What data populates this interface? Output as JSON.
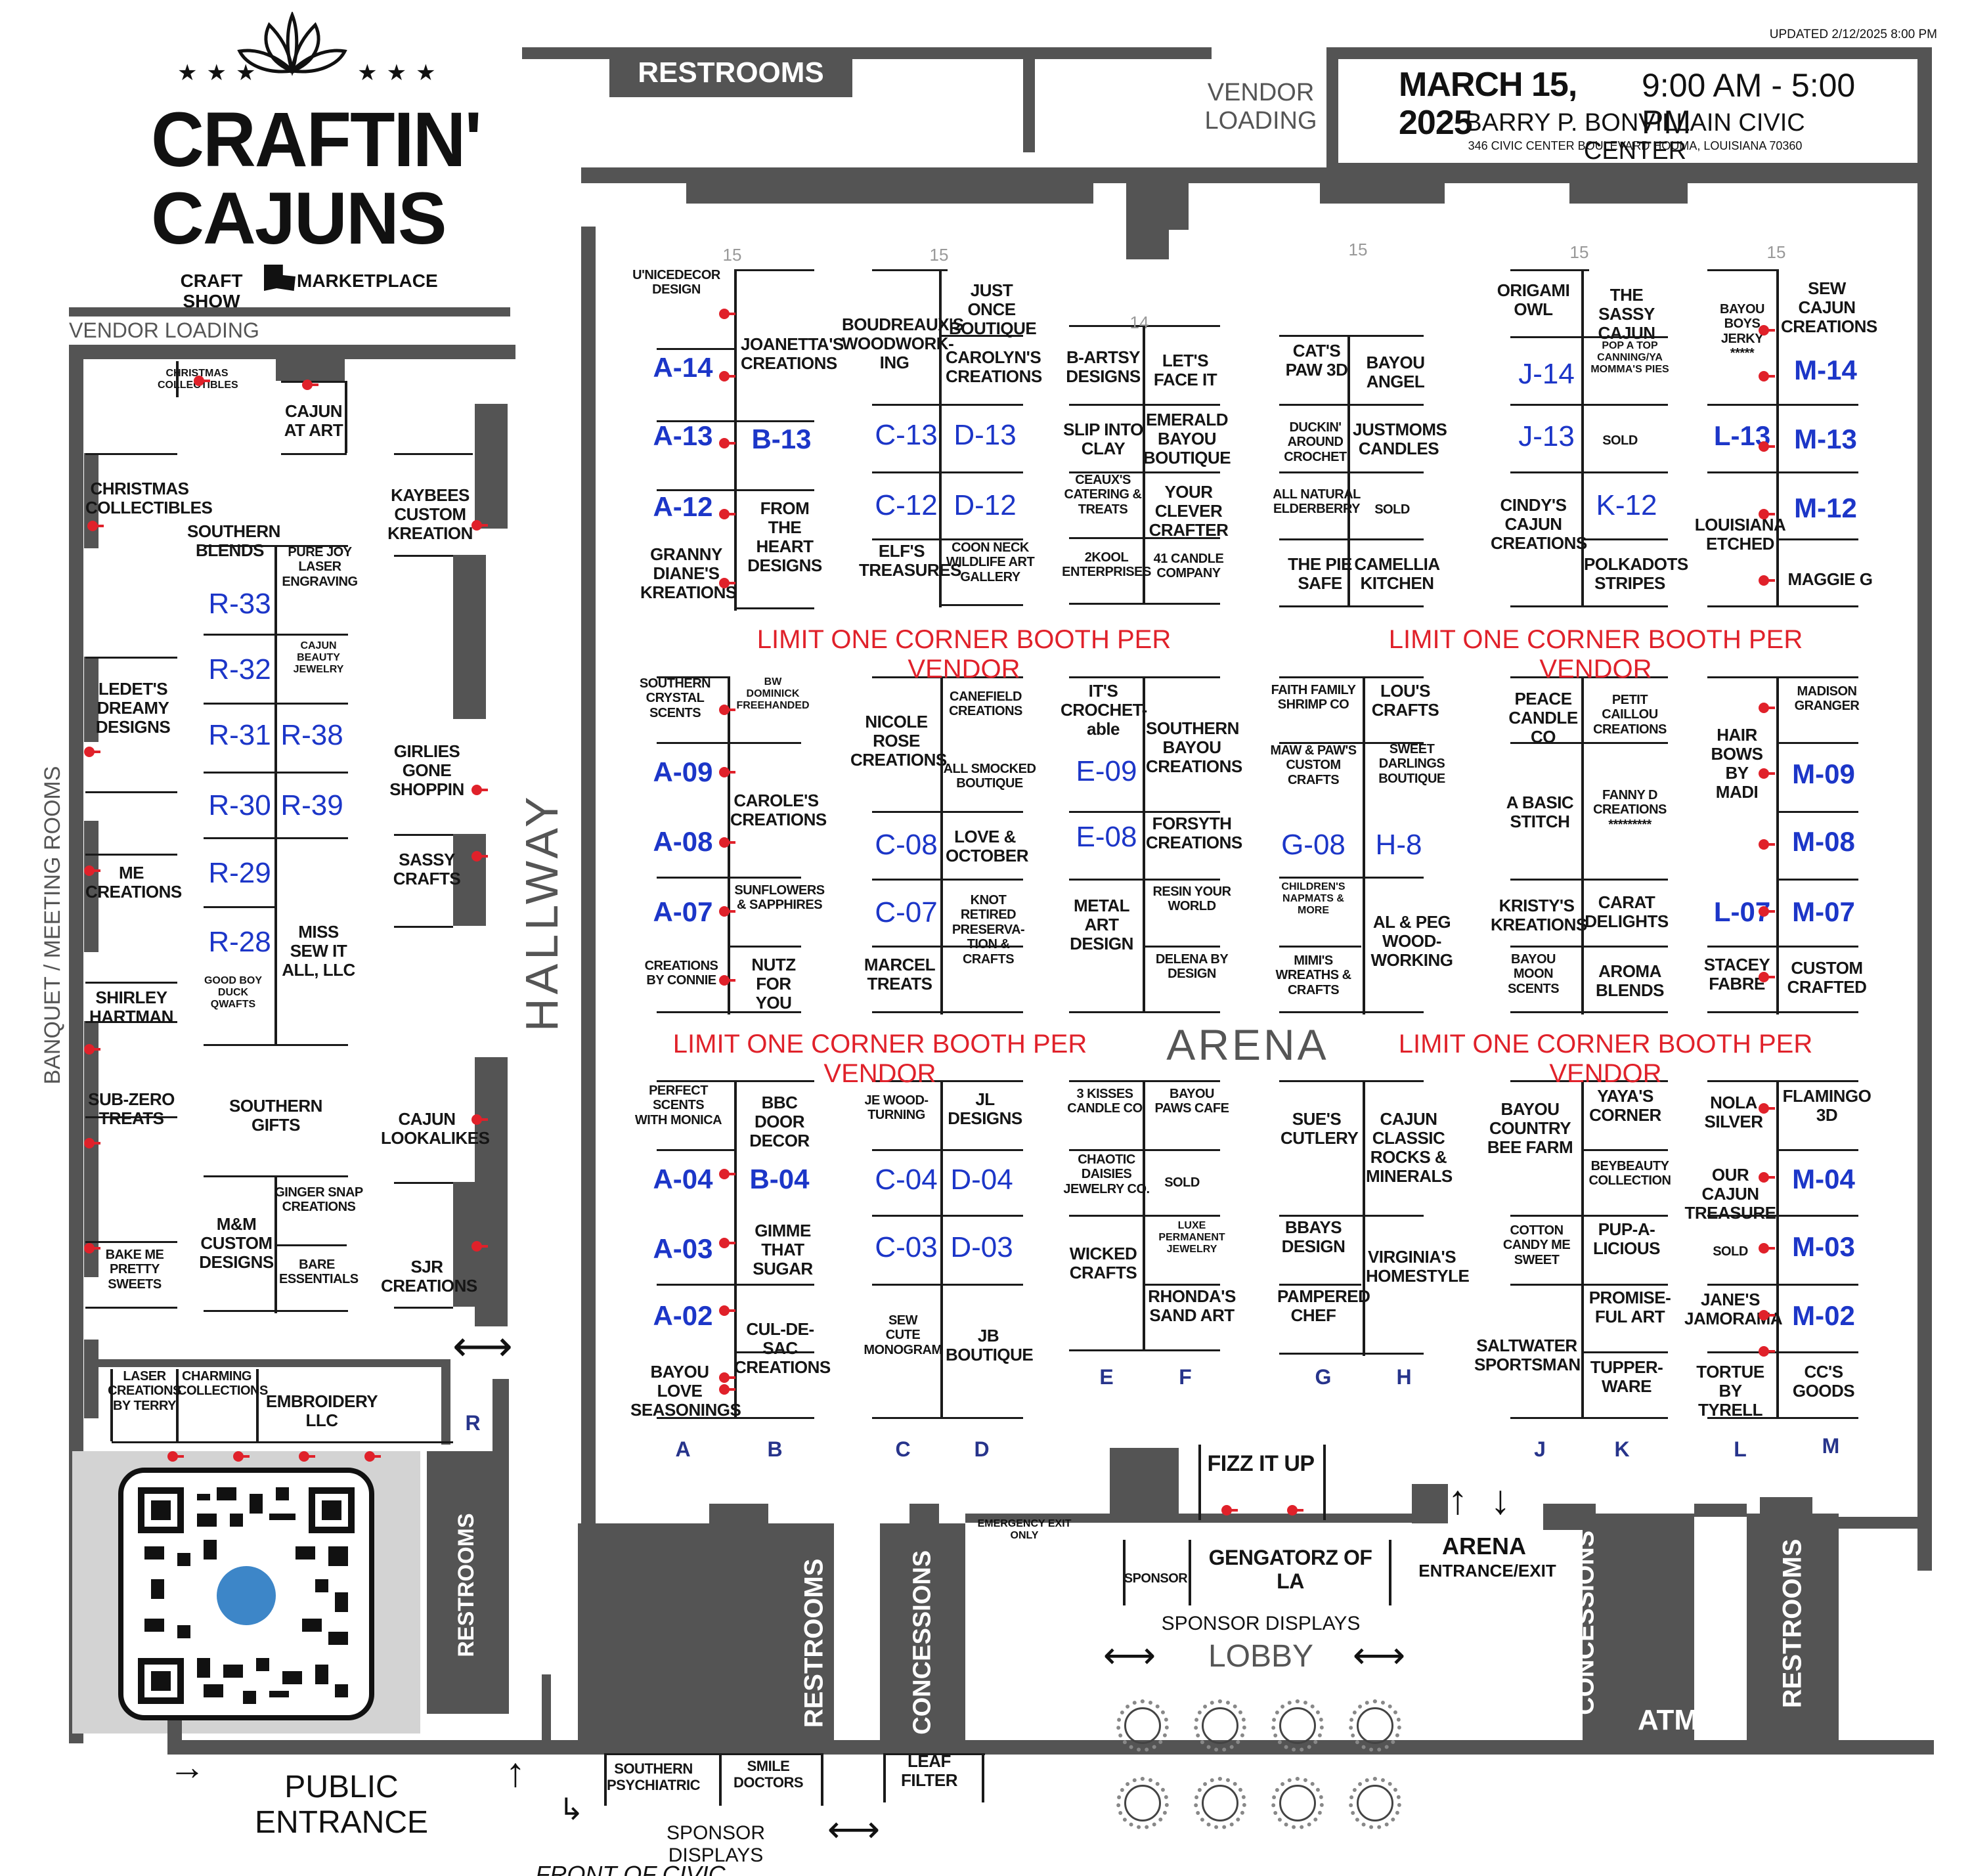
{
  "title": {
    "brand1": "CRAFTIN'",
    "brand2": "CAJUNS",
    "tagline": "CRAFT SHOW",
    "tagline2": "MARKETPLACE"
  },
  "updated": "UPDATED 2/12/2025  8:00 PM",
  "event": {
    "date": "MARCH 15, 2025",
    "time": "9:00 AM - 5:00 PM",
    "venue": "BARRY P. BONVILLAIN CIVIC CENTER",
    "address": "346 CIVIC CENTER BOULEVARD   HOUMA, LOUISIANA  70360"
  },
  "areas": {
    "restrooms_top": "RESTROOMS",
    "vendor_loading_top": "VENDOR\nLOADING",
    "vendor_loading_left": "VENDOR LOADING",
    "banquet": "BANQUET / MEETING ROOMS",
    "hallway": "HALLWAY",
    "arena": "ARENA",
    "restrooms_left": "RESTROOMS",
    "restrooms_mid": "RESTROOMS",
    "concessions_mid": "CONCESSIONS",
    "concessions_right": "CONCESSIONS",
    "atm": "ATM",
    "restrooms_right": "RESTROOMS",
    "emergency_exit": "EMERGENCY EXIT ONLY",
    "public_entrance": "PUBLIC\nENTRANCE",
    "front": "FRONT OF CIVIC CENTER",
    "sponsor_displays_bottom": "SPONSOR DISPLAYS",
    "sponsor_displays_lobby": "SPONSOR DISPLAYS",
    "lobby": "LOBBY",
    "arena_entrance": "ARENA",
    "arena_entrance2": "ENTRANCE/EXIT",
    "fizz": "FIZZ IT UP",
    "gengatorz": "GENGATORZ OF LA",
    "sponsor": "SPONSOR",
    "southern_psych": "SOUTHERN\nPSYCHIATRIC",
    "smile_doctors": "SMILE\nDOCTORS",
    "leaf_filter": "LEAF\nFILTER",
    "r_label": "R"
  },
  "limit_notice": "LIMIT ONE CORNER BOOTH PER VENDOR",
  "row_counts": [
    "15",
    "15",
    "14",
    "15",
    "15",
    "15"
  ],
  "columns": [
    "A",
    "B",
    "C",
    "D",
    "E",
    "F",
    "G",
    "H",
    "J",
    "K",
    "L",
    "M"
  ],
  "labels": [
    "U'NICEDECOR\nDESIGN",
    "A-14",
    "JOANETTA'S\nCREATIONS",
    "A-13",
    "B-13",
    "A-12",
    "FROM THE\nHEART\nDESIGNS",
    "GRANNY\nDIANE'S\nKREATIONS",
    "BOUDREAUX'S\nWOODWORK-\nING",
    "JUST ONCE\nBOUTIQUE",
    "CAROLYN'S\nCREATIONS",
    "C-13",
    "D-13",
    "C-12",
    "D-12",
    "ELF'S\nTREASURES",
    "COON NECK\nWILDLIFE ART\nGALLERY",
    "B-ARTSY\nDESIGNS",
    "LET'S\nFACE IT",
    "SLIP INTO\nCLAY",
    "EMERALD\nBAYOU\nBOUTIQUE",
    "CEAUX'S\nCATERING &\nTREATS",
    "YOUR CLEVER\nCRAFTER",
    "2KOOL\nENTERPRISES",
    "41 CANDLE\nCOMPANY",
    "CAT'S\nPAW 3D",
    "BAYOU\nANGEL",
    "DUCKIN'\nAROUND\nCROCHET",
    "JUSTMOMS\nCANDLES",
    "ALL NATURAL\nELDERBERRY",
    "SOLD",
    "THE PIE\nSAFE",
    "CAMELLIA\nKITCHEN",
    "ORIGAMI\nOWL",
    "THE SASSY\nCAJUN",
    "J-14",
    "POP A TOP\nCANNING/YA\nMOMMA'S PIES",
    "J-13",
    "SOLD",
    "CINDY'S\nCAJUN\nCREATIONS",
    "K-12",
    "POLKADOTS\nSTRIPES",
    "BAYOU\nBOYS\nJERKY\n*****",
    "SEW CAJUN\nCREATIONS",
    "M-14",
    "L-13",
    "M-13",
    "LOUISIANA\nETCHED",
    "M-12",
    "MAGGIE G",
    "SOUTHERN\nCRYSTAL\nSCENTS",
    "BW\nDOMINICK\nFREEHANDED",
    "A-09",
    "CAROLE'S\nCREATIONS",
    "A-08",
    "SUNFLOWERS\n& SAPPHIRES",
    "A-07",
    "CREATIONS\nBY CONNIE",
    "NUTZ FOR\nYOU",
    "NICOLE\nROSE\nCREATIONS",
    "CANEFIELD\nCREATIONS",
    "ALL SMOCKED\nBOUTIQUE",
    "C-08",
    "LOVE &\nOCTOBER",
    "C-07",
    "KNOT\nRETIRED\nPRESERVA-\nTION &\nCRAFTS",
    "MARCEL\nTREATS",
    "IT'S\nCROCHET-\nable",
    "SOUTHERN\nBAYOU\nCREATIONS",
    "E-09",
    "FORSYTH\nCREATIONS",
    "E-08",
    "METAL\nART\nDESIGN",
    "RESIN YOUR\nWORLD",
    "DELENA BY\nDESIGN",
    "FAITH FAMILY\nSHRIMP CO",
    "LOU'S\nCRAFTS",
    "MAW & PAW'S\nCUSTOM\nCRAFTS",
    "SWEET\nDARLINGS\nBOUTIQUE",
    "G-08",
    "H-8",
    "CHILDREN'S\nNAPMATS &\nMORE",
    "AL & PEG\nWOOD-\nWORKING",
    "MIMI'S\nWREATHS &\nCRAFTS",
    "PEACE\nCANDLE CO",
    "PETIT CAILLOU\nCREATIONS",
    "A BASIC\nSTITCH",
    "FANNY D\nCREATIONS\n*********",
    "KRISTY'S\nKREATIONS",
    "CARAT\nDELIGHTS",
    "BAYOU\nMOON\nSCENTS",
    "AROMA\nBLENDS",
    "HAIR\nBOWS\nBY\nMADI",
    "MADISON\nGRANGER",
    "M-09",
    "M-08",
    "L-07",
    "M-07",
    "STACEY\nFABRE",
    "CUSTOM\nCRAFTED",
    "PERFECT\nSCENTS\nWITH MONICA",
    "BBC DOOR\nDECOR",
    "A-04",
    "B-04",
    "A-03",
    "GIMME\nTHAT SUGAR",
    "A-02",
    "CUL-DE-SAC\nCREATIONS",
    "BAYOU LOVE\nSEASONINGS",
    "JE WOOD-\nTURNING",
    "JL\nDESIGNS",
    "C-04",
    "D-04",
    "C-03",
    "D-03",
    "SEW\nCUTE\nMONOGRAM",
    "JB\nBOUTIQUE",
    "3 KISSES\nCANDLE CO",
    "BAYOU\nPAWS CAFE",
    "CHAOTIC\nDAISIES\nJEWELRY CO.",
    "SOLD",
    "WICKED\nCRAFTS",
    "LUXE\nPERMANENT\nJEWELRY",
    "RHONDA'S\nSAND ART",
    "SUE'S\nCUTLERY",
    "CAJUN\nCLASSIC\nROCKS &\nMINERALS",
    "BBAYS\nDESIGN",
    "VIRGINIA'S\nHOMESTYLE",
    "PAMPERED\nCHEF",
    "BAYOU\nCOUNTRY\nBEE FARM",
    "YAYA'S\nCORNER",
    "BEYBEAUTY\nCOLLECTION",
    "COTTON\nCANDY ME\nSWEET",
    "PUP-A-\nLICIOUS",
    "PROMISE-\nFUL ART",
    "SALTWATER\nSPORTSMAN",
    "TUPPER-\nWARE",
    "NOLA\nSILVER",
    "FLAMINGO\n3D",
    "OUR CAJUN\nTREASURE",
    "M-04",
    "SOLD",
    "M-03",
    "JANE'S\nJAMORAMA",
    "M-02",
    "TORTUE BY\nTYRELL",
    "CC'S\nGOODS",
    "CHRISTMAS\nCOLLECTIBLES",
    "CAJUN\nAT ART",
    "CHRISTMAS\nCOLLECTIBLES",
    "KAYBEES\nCUSTOM\nKREATION",
    "SOUTHERN\nBLENDS",
    "PURE JOY\nLASER\nENGRAVING",
    "R-33",
    "R-32",
    "CAJUN\nBEAUTY\nJEWELRY",
    "LEDET'S\nDREAMY\nDESIGNS",
    "R-31",
    "R-38",
    "GIRLIES\nGONE\nSHOPPIN",
    "R-30",
    "R-39",
    "ME\nCREATIONS",
    "R-29",
    "SASSY\nCRAFTS",
    "MISS\nSEW IT\nALL, LLC",
    "R-28",
    "GOOD BOY\nDUCK\nQWAFTS",
    "SHIRLEY\nHARTMAN",
    "SUB-ZERO\nTREATS",
    "SOUTHERN GIFTS",
    "CAJUN\nLOOKALIKES",
    "GINGER SNAP\nCREATIONS",
    "M&M\nCUSTOM\nDESIGNS",
    "BARE\nESSENTIALS",
    "SJR\nCREATIONS",
    "BAKE ME\nPRETTY\nSWEETS",
    "LASER\nCREATIONS\nBY TERRY",
    "CHARMING\nCOLLECTIONS",
    "EMBROIDERY  LLC"
  ],
  "colors": {
    "wall": "#545454",
    "notice": "#e0212a",
    "booth_id": "#1c36c8",
    "column": "#27348b",
    "qr_dot": "#3d86c8"
  },
  "icons": [
    "magnolia-icon",
    "star-icon",
    "louisiana-icon",
    "outlet-icon",
    "double-arrow-icon",
    "arrow-up-icon",
    "arrow-down-icon",
    "arrow-right-icon",
    "table-icon",
    "qr-code-icon"
  ]
}
